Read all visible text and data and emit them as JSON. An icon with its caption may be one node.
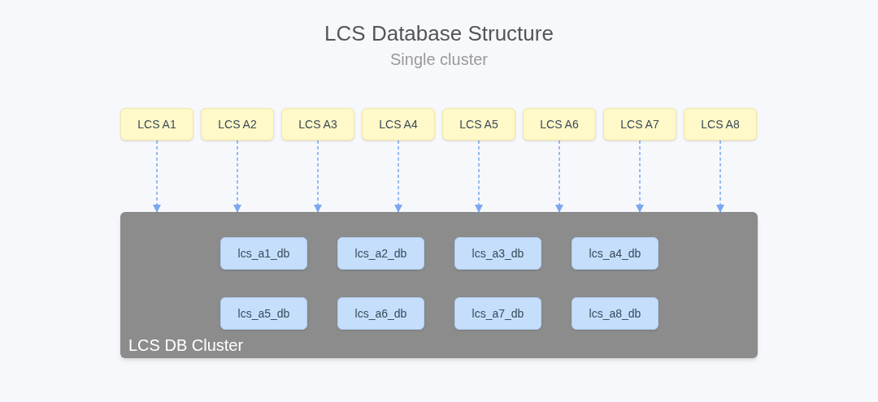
{
  "diagram": {
    "title": "LCS Database Structure",
    "caption": "Single cluster",
    "nodes": [
      {
        "text": [
          "LCS A1"
        ]
      },
      {
        "text": [
          "LCS A2"
        ]
      },
      {
        "text": [
          "LCS A3"
        ]
      },
      {
        "text": [
          "LCS A4"
        ]
      },
      {
        "text": [
          "LCS A5"
        ]
      },
      {
        "text": [
          "LCS A6"
        ]
      },
      {
        "text": [
          "LCS A7"
        ]
      },
      {
        "text": [
          "LCS A8"
        ]
      },
      {
        "text": [
          "LCS DB Cluster"
        ]
      },
      {
        "text": [
          "lcs_a1_db"
        ],
        "in": 8
      },
      {
        "text": [
          "lcs_a2_db"
        ],
        "in": 8
      },
      {
        "text": [
          "lcs_a3_db"
        ],
        "in": 8
      },
      {
        "text": [
          "lcs_a4_db"
        ],
        "in": 8
      },
      {
        "text": [
          "lcs_a5_db"
        ],
        "in": 8
      },
      {
        "text": [
          "lcs_a6_db"
        ],
        "in": 8
      },
      {
        "text": [
          "lcs_a7_db"
        ],
        "in": 8
      },
      {
        "text": [
          "lcs_a8_db"
        ],
        "in": 8
      }
    ],
    "edges": [
      {
        "from": 0,
        "to": 8,
        "arrow": "to",
        "style": "dashed"
      },
      {
        "from": 1,
        "to": 8,
        "arrow": "to",
        "style": "dashed"
      },
      {
        "from": 2,
        "to": 8,
        "arrow": "to",
        "style": "dashed"
      },
      {
        "from": 3,
        "to": 8,
        "arrow": "to",
        "style": "dashed"
      },
      {
        "from": 4,
        "to": 8,
        "arrow": "to",
        "style": "dashed"
      },
      {
        "from": 5,
        "to": 8,
        "arrow": "to",
        "style": "dashed"
      },
      {
        "from": 6,
        "to": 8,
        "arrow": "to",
        "style": "dashed"
      },
      {
        "from": 7,
        "to": 8,
        "arrow": "to",
        "style": "dashed"
      }
    ]
  }
}
